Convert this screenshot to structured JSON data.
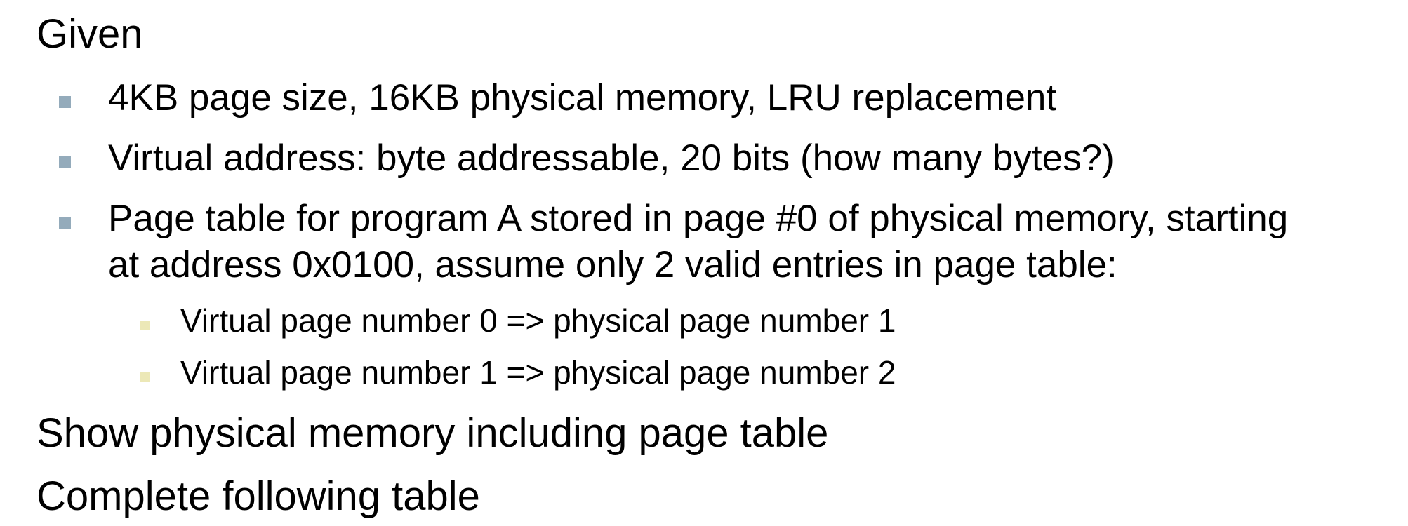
{
  "slide": {
    "given": "Given",
    "bullets": [
      "4KB page size, 16KB physical memory, LRU replacement",
      "Virtual address: byte addressable, 20 bits (how many bytes?)",
      "Page table for program A stored in page #0 of physical memory, starting",
      "at address 0x0100, assume only 2 valid entries in page table:"
    ],
    "sub_bullets": [
      "Virtual page number 0 => physical page number 1",
      "Virtual page number 1 => physical page number 2"
    ],
    "show_text": "Show physical memory including page table",
    "complete_text": "Complete following table"
  },
  "colors": {
    "bullet_level1": "#94abbb",
    "bullet_level2": "#ece8b7",
    "text": "#000000"
  },
  "icons": {
    "level1": "square-bullet-icon",
    "level2": "square-bullet-icon"
  }
}
